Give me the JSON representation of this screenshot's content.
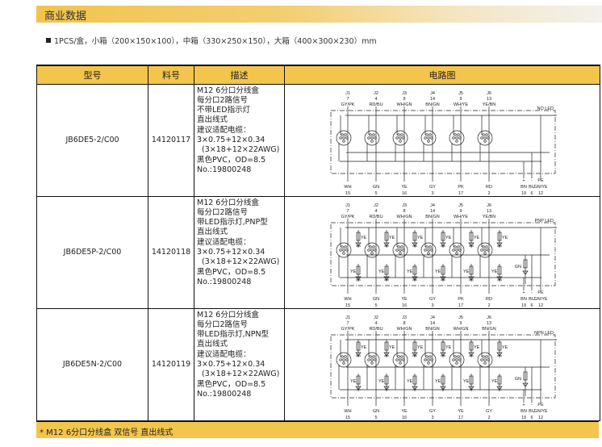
{
  "section_title": "商业数据",
  "packaging": "1PCS/盒，小箱（200×150×100），中箱（330×250×150），大箱（400×300×230）mm",
  "table": {
    "headers": [
      "型号",
      "料号",
      "描述",
      "电路图"
    ],
    "rows": [
      {
        "model": "JB6DE5-2/C00",
        "part": "14120117",
        "desc": [
          "M12 6分口分线盒",
          "每分口2路信号",
          "不带LED指示灯",
          "直出线式",
          "建议适配电缆：",
          "3×0.75+12×0.34",
          "  (3×18+12×22AWG)",
          "黑色PVC，OD=8.5",
          "No.:19800248"
        ],
        "diagram": {
          "type": "none",
          "led_label": "NO LED",
          "top": [
            [
              "J1",
              "7",
              "GY/PK"
            ],
            [
              "J2",
              "4",
              "RD/BU"
            ],
            [
              "J3",
              "8",
              "WH/GN"
            ],
            [
              "J4",
              "14",
              "BN/GN"
            ],
            [
              "J5",
              "9",
              "WH/YE"
            ],
            [
              "J6",
              "13",
              "YE/BN"
            ]
          ],
          "bottom": [
            [
              "WH",
              "15"
            ],
            [
              "GN",
              "5"
            ],
            [
              "YE",
              "16"
            ],
            [
              "GY",
              "3"
            ],
            [
              "PK",
              "17"
            ],
            [
              "RD",
              "2"
            ]
          ],
          "power": [
            [
              "+",
              "BN",
              "19"
            ],
            [
              "-",
              "BU",
              "6"
            ],
            [
              "PE",
              "GN/YE",
              "12"
            ]
          ]
        }
      },
      {
        "model": "JB6DE5P-2/C00",
        "part": "14120118",
        "desc": [
          "M12 6分口分线盒",
          "每分口2路信号",
          "带LED指示灯,PNP型",
          "直出线式",
          "建议适配电缆：",
          "3×0.75+12×0.34",
          "  (3×18+12×22AWG)",
          "黑色PVC，OD=8.5",
          "No.:19800248"
        ],
        "diagram": {
          "type": "pnp",
          "led_label": "PNP LED",
          "led_color": "YE",
          "power_led": "GN",
          "top": [
            [
              "J1",
              "7",
              "GY/PK"
            ],
            [
              "J2",
              "4",
              "RD/BU"
            ],
            [
              "J3",
              "8",
              "WH/GN"
            ],
            [
              "J4",
              "14",
              "BN/GN"
            ],
            [
              "J5",
              "9",
              "WH/YE"
            ],
            [
              "J6",
              "13",
              "YE/BN"
            ]
          ],
          "bottom": [
            [
              "WH",
              "15"
            ],
            [
              "GN",
              "5"
            ],
            [
              "YE",
              "16"
            ],
            [
              "GY",
              "3"
            ],
            [
              "PK",
              "17"
            ],
            [
              "RD",
              "2"
            ]
          ],
          "power": [
            [
              "+",
              "BN",
              "19"
            ],
            [
              "-",
              "BU",
              "6"
            ],
            [
              "PE",
              "GN/YE",
              "12"
            ]
          ]
        }
      },
      {
        "model": "JB6DE5N-2/C00",
        "part": "14120119",
        "desc": [
          "M12 6分口分线盒",
          "每分口2路信号",
          "带LED指示灯,NPN型",
          "直出线式",
          "建议适配电缆：",
          "3×0.75+12×0.34",
          "  (3×18+12×22AWG)",
          "黑色PVC，OD=8.5",
          "No.:19800248"
        ],
        "diagram": {
          "type": "npn",
          "led_label": "NPN LED",
          "led_color": "YE",
          "power_led": "GN",
          "top": [
            [
              "J1",
              "7",
              "GY/PK"
            ],
            [
              "J2",
              "4",
              "RD/BU"
            ],
            [
              "J3",
              "8",
              "WH/GN"
            ],
            [
              "J4",
              "14",
              "BN/GN"
            ],
            [
              "J5",
              "9",
              "WH/GN"
            ],
            [
              "J6",
              "13",
              "BN/GN"
            ]
          ],
          "bottom": [
            [
              "WH",
              "15"
            ],
            [
              "GN",
              "5"
            ],
            [
              "YE",
              "16"
            ],
            [
              "GY",
              "3"
            ],
            [
              "YE",
              "17"
            ],
            [
              "GY",
              "2"
            ]
          ],
          "power": [
            [
              "+",
              "BN",
              "19"
            ],
            [
              "-",
              "BU",
              "6"
            ],
            [
              "PE",
              "GN/YE",
              "12"
            ]
          ]
        }
      }
    ]
  },
  "footer_note": "* M12 6分口分线盒 双信号 直出线式",
  "colors": {
    "accent": "#f3c54c"
  }
}
